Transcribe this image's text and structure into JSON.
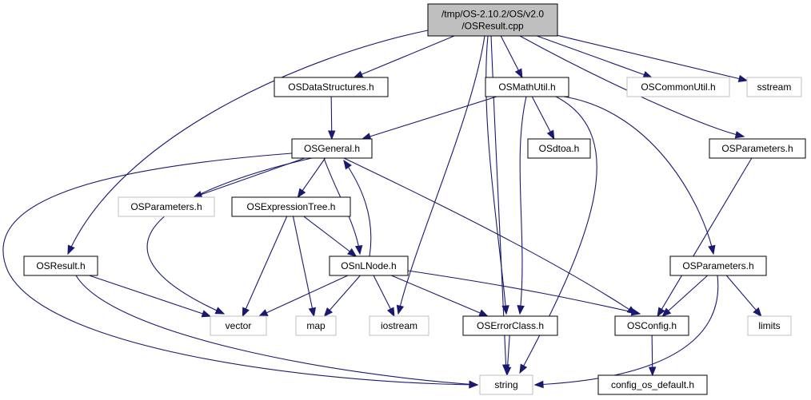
{
  "colors": {
    "edge": "#191970",
    "root_fill": "#bfbfbf",
    "node_border": "#000000",
    "dim_border": "#bfbfbf",
    "node_fill": "#ffffff"
  },
  "nodes": {
    "root": {
      "lines": [
        "/tmp/OS-2.10.2/OS/v2.0",
        "/OSResult.cpp"
      ],
      "style": "root"
    },
    "datastructures": {
      "lines": [
        "OSDataStructures.h"
      ],
      "style": "normal"
    },
    "mathutil": {
      "lines": [
        "OSMathUtil.h"
      ],
      "style": "normal"
    },
    "commonutil": {
      "lines": [
        "OSCommonUtil.h"
      ],
      "style": "dim"
    },
    "sstream": {
      "lines": [
        "sstream"
      ],
      "style": "dim"
    },
    "general": {
      "lines": [
        "OSGeneral.h"
      ],
      "style": "normal"
    },
    "dtoa": {
      "lines": [
        "OSdtoa.h"
      ],
      "style": "normal"
    },
    "parameters_r": {
      "lines": [
        "OSParameters.h"
      ],
      "style": "normal"
    },
    "parameters_dim": {
      "lines": [
        "OSParameters.h"
      ],
      "style": "dim"
    },
    "expressiontree": {
      "lines": [
        "OSExpressionTree.h"
      ],
      "style": "normal"
    },
    "result": {
      "lines": [
        "OSResult.h"
      ],
      "style": "normal"
    },
    "nlnode": {
      "lines": [
        "OSnLNode.h"
      ],
      "style": "normal"
    },
    "parameters_lr": {
      "lines": [
        "OSParameters.h"
      ],
      "style": "normal"
    },
    "vector": {
      "lines": [
        "vector"
      ],
      "style": "dim"
    },
    "map": {
      "lines": [
        "map"
      ],
      "style": "dim"
    },
    "iostream": {
      "lines": [
        "iostream"
      ],
      "style": "dim"
    },
    "errorclass": {
      "lines": [
        "OSErrorClass.h"
      ],
      "style": "normal"
    },
    "config": {
      "lines": [
        "OSConfig.h"
      ],
      "style": "normal"
    },
    "limits": {
      "lines": [
        "limits"
      ],
      "style": "dim"
    },
    "string": {
      "lines": [
        "string"
      ],
      "style": "dim"
    },
    "configdefault": {
      "lines": [
        "config_os_default.h"
      ],
      "style": "normal"
    }
  },
  "edges": [
    [
      "root",
      "datastructures"
    ],
    [
      "root",
      "mathutil"
    ],
    [
      "root",
      "commonutil"
    ],
    [
      "root",
      "sstream"
    ],
    [
      "root",
      "parameters_r"
    ],
    [
      "root",
      "result"
    ],
    [
      "root",
      "iostream"
    ],
    [
      "root",
      "errorclass"
    ],
    [
      "root",
      "string"
    ],
    [
      "datastructures",
      "general"
    ],
    [
      "mathutil",
      "general"
    ],
    [
      "mathutil",
      "dtoa"
    ],
    [
      "mathutil",
      "errorclass"
    ],
    [
      "mathutil",
      "string"
    ],
    [
      "mathutil",
      "parameters_lr"
    ],
    [
      "general",
      "parameters_dim"
    ],
    [
      "general",
      "expressiontree"
    ],
    [
      "general",
      "nlnode"
    ],
    [
      "general",
      "vector"
    ],
    [
      "general",
      "config"
    ],
    [
      "general",
      "string"
    ],
    [
      "parameters_r",
      "config"
    ],
    [
      "expressiontree",
      "nlnode"
    ],
    [
      "expressiontree",
      "vector"
    ],
    [
      "expressiontree",
      "map"
    ],
    [
      "nlnode",
      "general"
    ],
    [
      "nlnode",
      "vector"
    ],
    [
      "nlnode",
      "map"
    ],
    [
      "nlnode",
      "iostream"
    ],
    [
      "nlnode",
      "errorclass"
    ],
    [
      "nlnode",
      "config"
    ],
    [
      "result",
      "vector"
    ],
    [
      "result",
      "string"
    ],
    [
      "parameters_lr",
      "config"
    ],
    [
      "parameters_lr",
      "limits"
    ],
    [
      "parameters_lr",
      "string"
    ],
    [
      "errorclass",
      "string"
    ],
    [
      "config",
      "configdefault"
    ]
  ]
}
